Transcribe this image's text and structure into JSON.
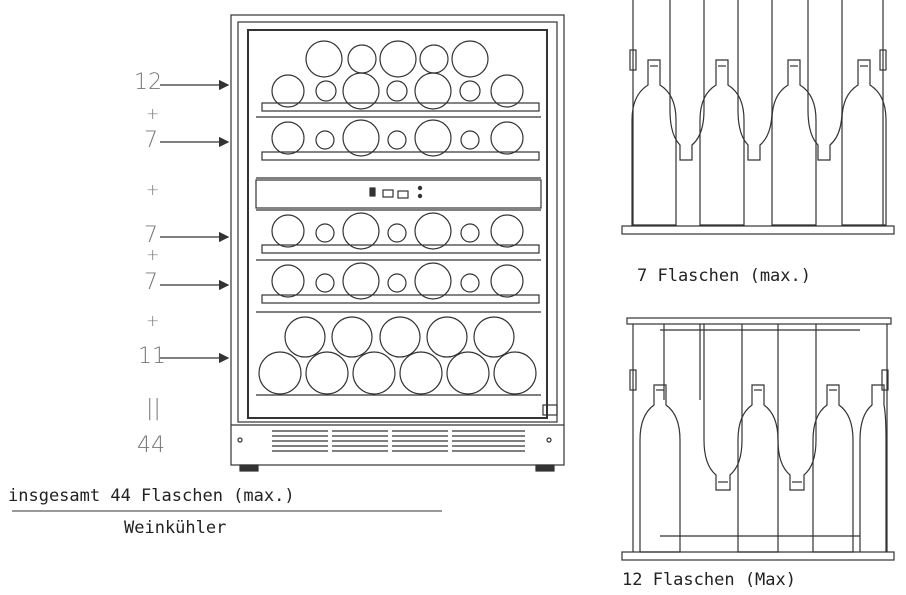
{
  "left_column": {
    "row1_count": "12",
    "plus1": "+",
    "row2_count": "7",
    "plus2": "+",
    "row3_count": "7",
    "plus3": "+",
    "row4_count": "7",
    "plus4": "+",
    "row5_count": "11",
    "equals": "||",
    "total": "44"
  },
  "captions": {
    "total_caption": "insgesamt 44 Flaschen (max.)",
    "product": "Weinkühler",
    "top_right": "7 Flaschen (max.)",
    "bottom_right": "12 Flaschen (Max)"
  }
}
